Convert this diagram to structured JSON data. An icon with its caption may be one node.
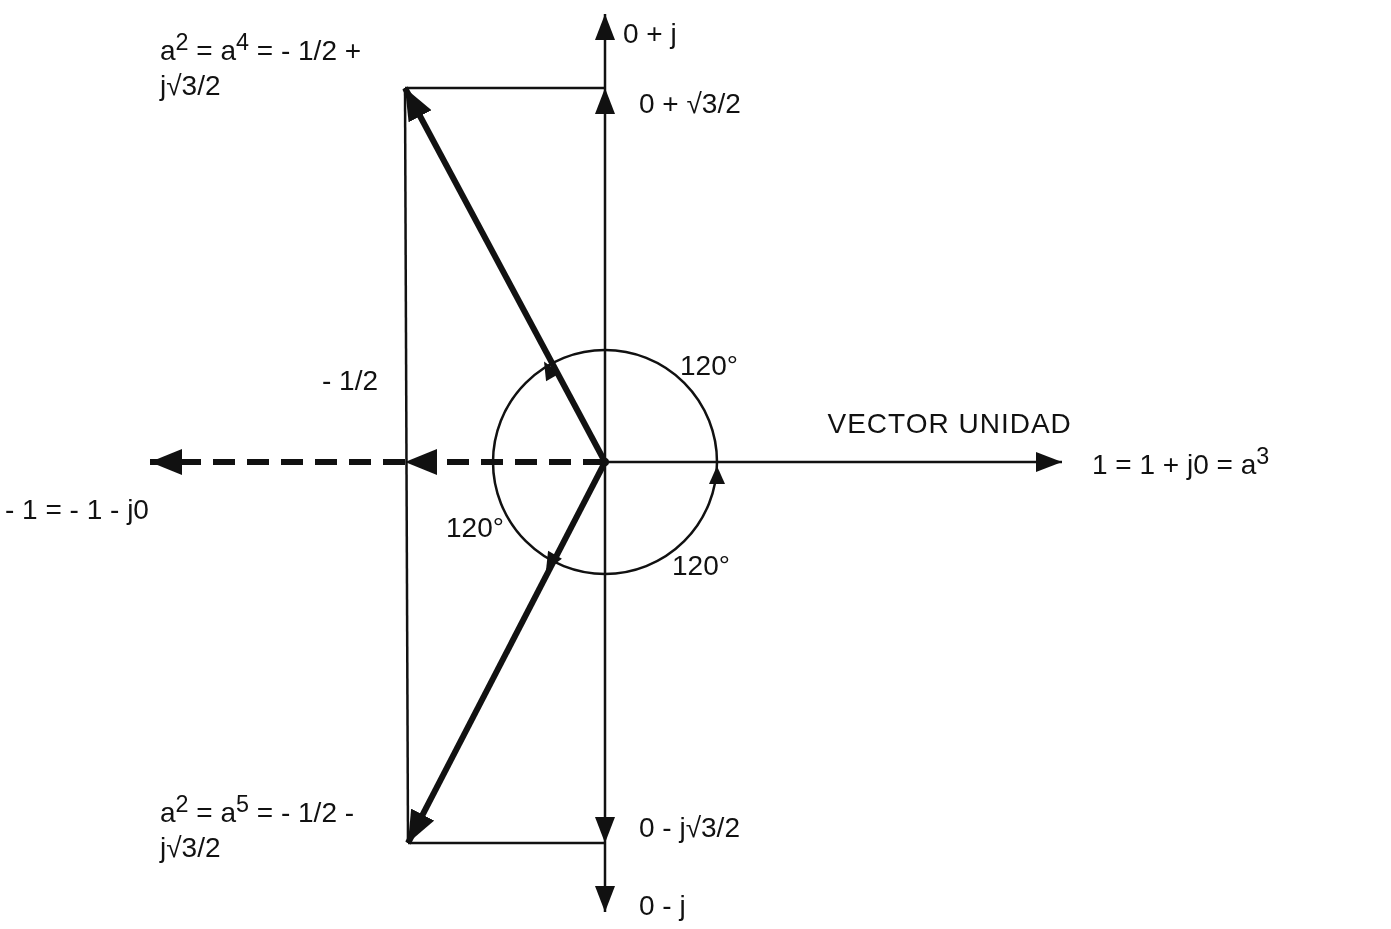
{
  "diagram": {
    "nodes": [
      {
        "text": [],
        "shape": "point"
      },
      {
        "text": [
          "1 = 1 + j0 = a$^{3}$"
        ]
      },
      {
        "text": [
          "a$^{2}$ = a$^{4}$ = - 1/2 + j√3/2"
        ]
      },
      {
        "text": [
          "a$^{2}$ = a$^{5}$ = - 1/2 - j√3/2"
        ]
      },
      {
        "text": [
          "- 1 = - 1 - j0"
        ]
      },
      {
        "text": [
          "0 + j"
        ]
      },
      {
        "text": [
          "0 + √3/2"
        ]
      },
      {
        "text": [
          "0 - j√3/2"
        ]
      },
      {
        "text": [
          "0 - j"
        ]
      },
      {
        "text": [
          "- 1/2"
        ]
      }
    ],
    "edges": [
      {
        "from": 0,
        "to": 1,
        "arrow": "to",
        "label": "VECTOR UNIDAD"
      },
      {
        "from": 0,
        "to": 2,
        "arrow": "to",
        "style": "thick"
      },
      {
        "from": 0,
        "to": 3,
        "arrow": "to",
        "style": "thick"
      },
      {
        "from": 0,
        "to": 9,
        "arrow": "to",
        "style": "dashed"
      },
      {
        "from": 9,
        "to": 4,
        "arrow": "to",
        "style": "dashed"
      },
      {
        "from": 0,
        "to": 6,
        "arrow": "to"
      },
      {
        "from": 6,
        "to": 5,
        "arrow": "to"
      },
      {
        "from": 0,
        "to": 7,
        "arrow": "to"
      },
      {
        "from": 7,
        "to": 8,
        "arrow": "to"
      },
      {
        "from": 2,
        "to": 6,
        "arrow": "none"
      },
      {
        "from": 2,
        "to": 3,
        "arrow": "none"
      },
      {
        "from": 3,
        "to": 7,
        "arrow": "none"
      }
    ],
    "labels": [
      "120°",
      "120°",
      "120°"
    ]
  }
}
